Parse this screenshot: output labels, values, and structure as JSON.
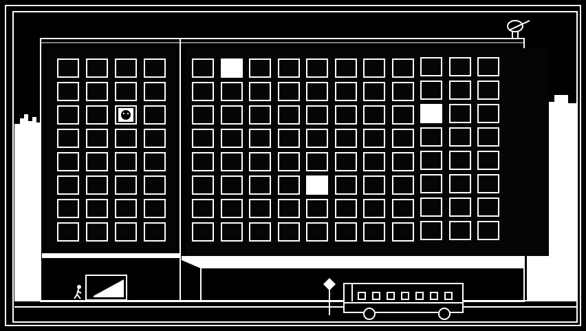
{
  "game": {
    "palette": {
      "foreground": "#ffffff",
      "background": "#000000"
    },
    "building": {
      "left_block": {
        "columns": 4,
        "rows": 8,
        "player_window": {
          "row": 3,
          "col": 3
        }
      },
      "right_block": {
        "columns": 11,
        "rows": 8,
        "lit_windows": [
          {
            "row": 1,
            "col": 2
          },
          {
            "row": 3,
            "col": 9
          },
          {
            "row": 6,
            "col": 5
          }
        ]
      }
    },
    "bus": {
      "window_count": 7
    },
    "icons": [
      "player-face-icon",
      "stick-figure-icon",
      "satellite-dish-icon",
      "bus-stop-sign-icon",
      "bus-icon",
      "ramp-icon"
    ]
  }
}
